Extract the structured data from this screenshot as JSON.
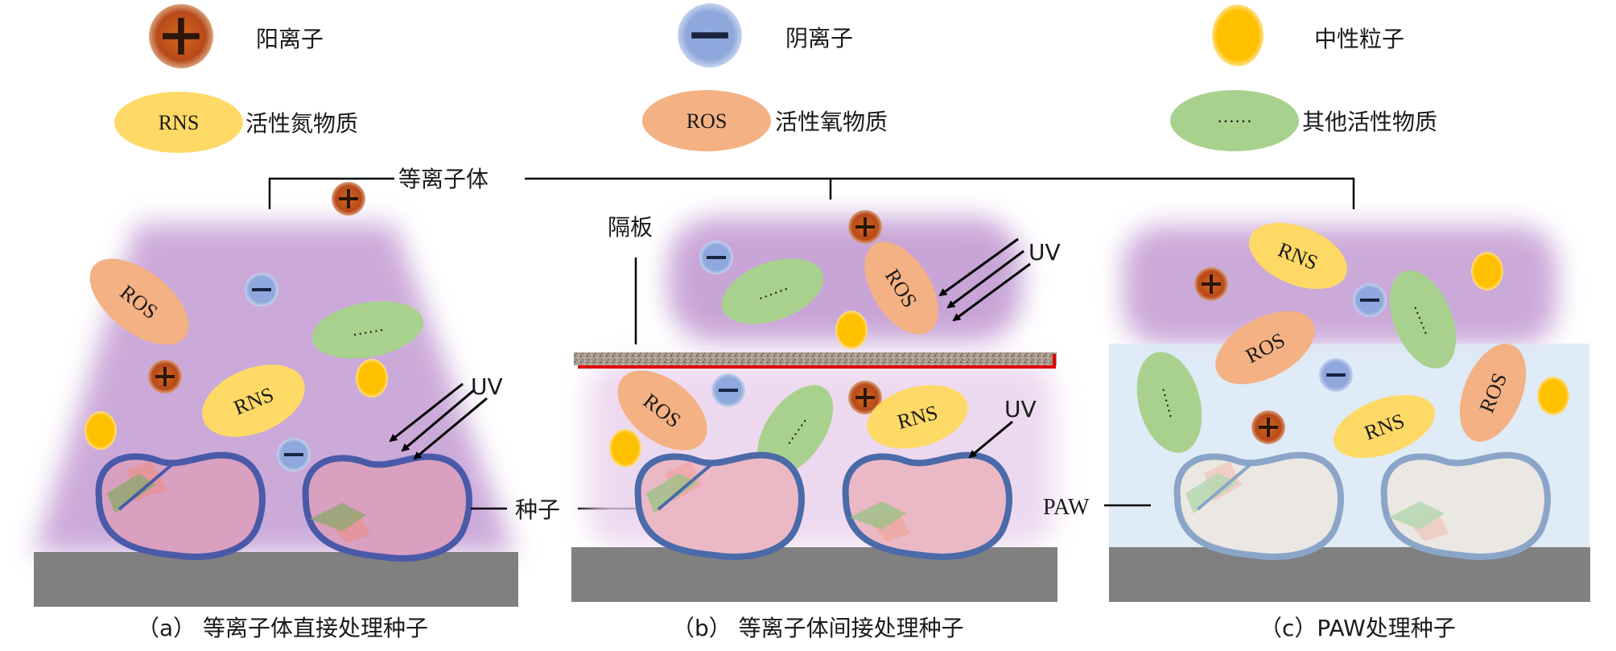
{
  "legend": {
    "cation": "阳离子",
    "anion": "阴离子",
    "neutral": "中性粒子",
    "rns_symbol": "RNS",
    "rns": "活性氮物质",
    "ros_symbol": "ROS",
    "ros": "活性氧物质",
    "other_symbol": "……",
    "other": "其他活性物质"
  },
  "labels": {
    "plasma": "等离子体",
    "partition": "隔板",
    "uv": "UV",
    "seed": "种子",
    "paw": "PAW",
    "ros": "ROS",
    "rns": "RNS",
    "other": "……"
  },
  "captions": {
    "a": "（a） 等离子体直接处理种子",
    "b": "（b） 等离子体间接处理种子",
    "c": "（c）PAW处理种子"
  },
  "colors": {
    "cation": "#c4541a",
    "anion": "#8fa8dc",
    "neutral": "#ffc000",
    "rns": "#ffd966",
    "ros": "#f4b183",
    "other": "#a9d18e",
    "plasma": "#c39bd3",
    "paw": "#dce9f5",
    "ground": "#808080",
    "seed_outline": "#4a5aa8",
    "partition_edge": "#e00000"
  }
}
